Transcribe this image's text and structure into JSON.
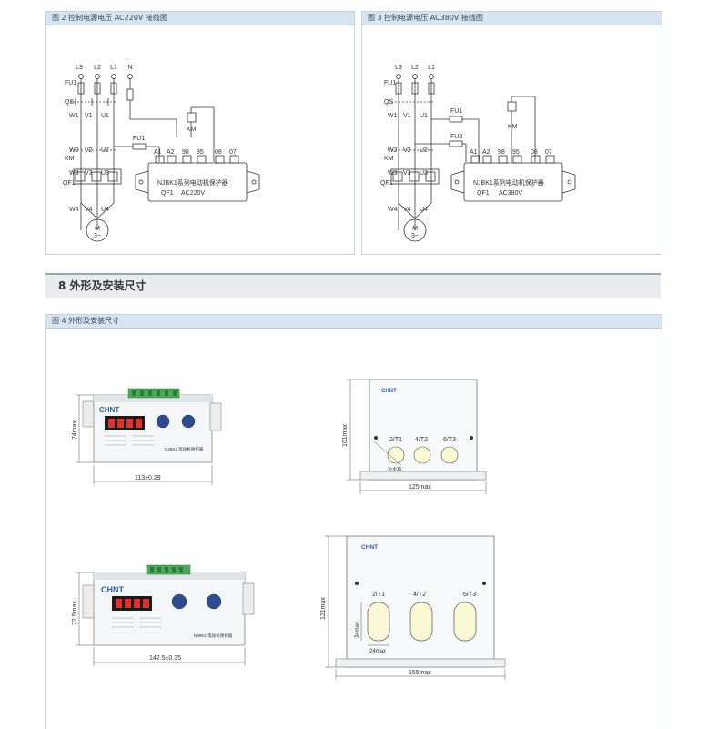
{
  "fig2": {
    "title": "图 2 控制电源电压 AC220V 接线图",
    "phases": [
      "L3",
      "L2",
      "L1",
      "N"
    ],
    "left_labels": [
      "FU1",
      "QS",
      "W1",
      "V1",
      "U1",
      "W2",
      "V2",
      "U2",
      "KM",
      "W3",
      "V3",
      "U3",
      "QF1",
      "W4",
      "V4",
      "U4"
    ],
    "motor": "M",
    "motor_sub": "3~",
    "fuse": "FU1",
    "coil": "KM",
    "terminals": [
      "A1",
      "A2",
      "98",
      "95",
      "08",
      "07"
    ],
    "device_name": "NJBK1系列电动机保护器",
    "qf": "QF1",
    "voltage": "AC220V"
  },
  "fig3": {
    "title": "图 3 控制电源电压 AC380V 接线图",
    "phases": [
      "L3",
      "L2",
      "L1"
    ],
    "left_labels": [
      "FU1",
      "QS",
      "W1",
      "V1",
      "U1",
      "W2",
      "V2",
      "U2",
      "KM",
      "W3",
      "V3",
      "U3",
      "QF1",
      "W4",
      "V4",
      "U4"
    ],
    "motor": "M",
    "motor_sub": "3~",
    "fuse1": "FU1",
    "fuse2": "FU2",
    "coil": "KM",
    "terminals": [
      "A1",
      "A2",
      "98",
      "95",
      "08",
      "07"
    ],
    "device_name": "NJBK1系列电动机保护器",
    "qf": "QF1",
    "voltage": "AC380V"
  },
  "section8": {
    "title": "8 外形及安装尺寸"
  },
  "fig4": {
    "title": "图 4 外形及安装尺寸",
    "device1": {
      "brand": "CHNT",
      "model": "NJBK1 电动机保护器",
      "height": "74max",
      "width": "113±0.29"
    },
    "device2": {
      "brand": "CHNT",
      "model": "NJBK1 电动机保护器",
      "height": "72.5max",
      "width": "142.5±0.35"
    },
    "ct1": {
      "brand": "CHNT",
      "holes": [
        "2/T1",
        "4/T2",
        "6/T3"
      ],
      "hole_dia": "3×Φ16",
      "height": "101max",
      "width": "125max"
    },
    "ct2": {
      "brand": "CHNT",
      "holes": [
        "2/T1",
        "4/T2",
        "6/T3"
      ],
      "hole_h": "34max",
      "hole_w": "24max",
      "height": "121max",
      "width": "155max"
    }
  }
}
